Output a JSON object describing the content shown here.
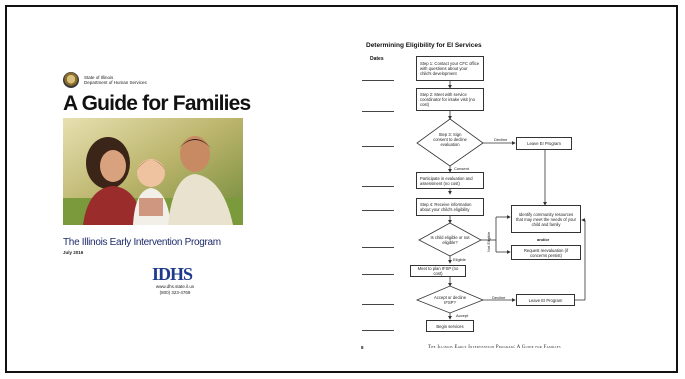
{
  "cover": {
    "agency_line1": "State of Illinois",
    "agency_line2": "Department of Human Services",
    "title": "A Guide for Families",
    "subtitle": "The Illinois Early Intervention Program",
    "date": "July 2016",
    "logo": "IDHS",
    "website": "www.dhs.state.il.us",
    "phone": "(800) 323-4769"
  },
  "flowchart": {
    "title": "Determining Eligibility for EI Services",
    "dates_label": "Dates",
    "step1": "Step 1: Contact your CFC office with questions about your child's development",
    "step2": "Step 2: Meet with service coordinator for intake visit (no cost)",
    "step3": "Step 3: Sign consent to decline evaluation",
    "leave_ei_1": "Leave EI Program",
    "decline_1": "Decline",
    "consent": "Consent",
    "evaluation": "Participate in evaluation and assessment (no cost)",
    "step4": "Step 4: Receive information about your child's eligibility",
    "eligible_q": "Is child eligible or not eligible?",
    "not_eligible": "Not Eligible",
    "eligible": "Eligible",
    "community": "Identify community resources that may meet the needs of your child and family",
    "andor": "and/or",
    "reevaluation": "Request reevaluation (if concerns persist)",
    "ifsp_meeting": "Meet to plan IFSP (no cost)",
    "accept_q": "Accept or decline IFSP?",
    "decline_2": "Decline",
    "leave_ei_2": "Leave EI Program",
    "accept": "Accept",
    "begin": "Begin services"
  },
  "footer": {
    "page_number": "8",
    "text": "The Illinois Early Intervention Program: A Guide for Families"
  },
  "colors": {
    "title_blue": "#1e2b6b",
    "logo_blue": "#1e3a8a"
  }
}
